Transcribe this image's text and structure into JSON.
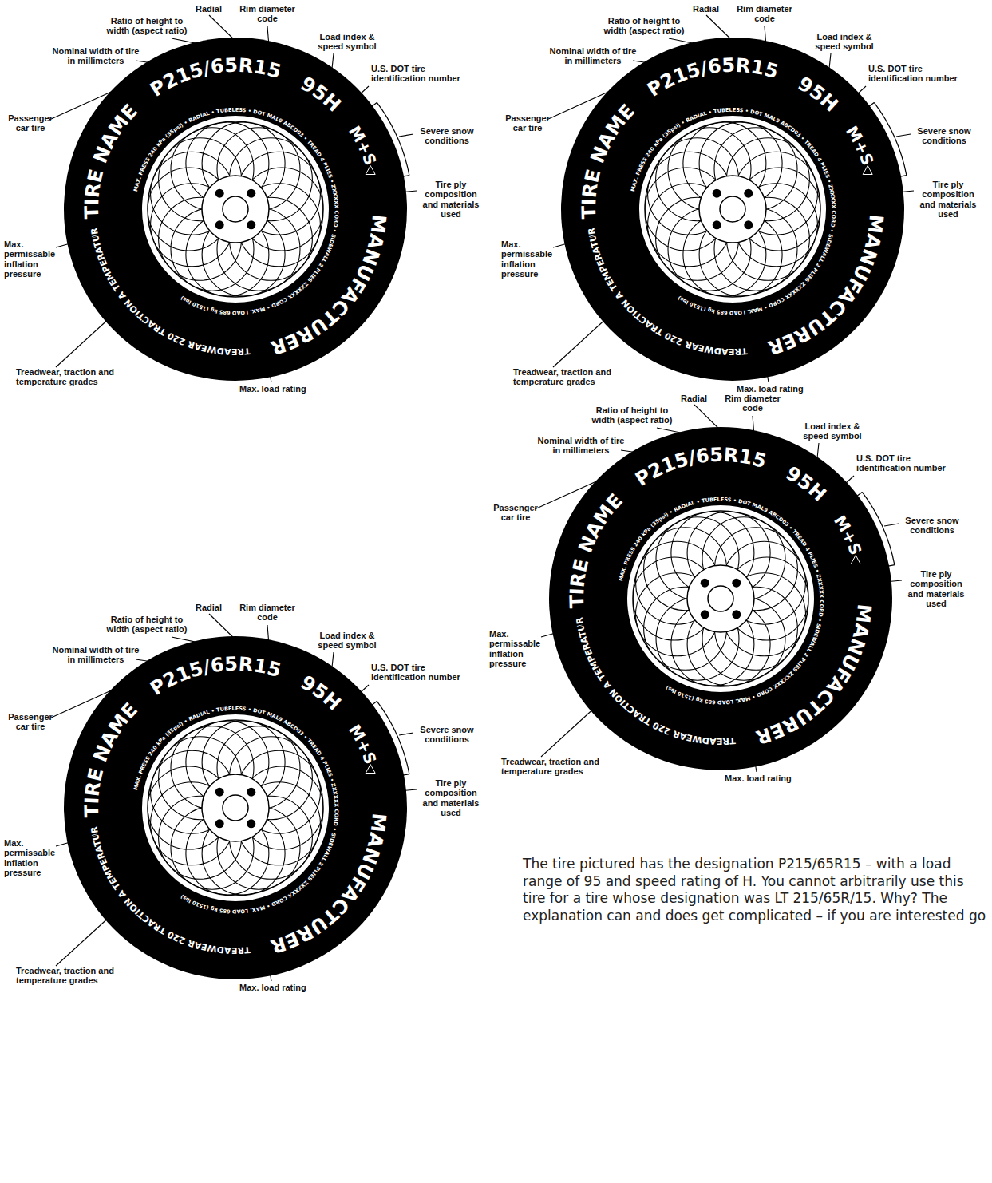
{
  "diagram": {
    "caption": "The tire pictured has the designation P215/65R15 – with a load range of 95 and speed rating of H. You cannot arbitrarily use this tire for a tire whose designation was LT 215/65R/15. Why? The explanation can and does get complicated – if you are interested go",
    "labels": [
      "Radial",
      "Rim diameter code",
      "Ratio of height to width (aspect ratio)",
      "Nominal width of tire in millimeters",
      "Load index & speed symbol",
      "Passenger car tire",
      "U.S. DOT tire identification number",
      "Severe snow conditions",
      "Tire ply composition and materials used",
      "Max. permissable inflation pressure",
      "Treadwear, traction and temperature grades",
      "Max. load rating",
      "TIRE NAME",
      "P215/65R15",
      "95H",
      "M+S",
      "MANUFACTURER",
      "MAX. PRESS 240 kPa (35psi) • RADIAL • TUBELESS • DOT MAL9 ABCD03 • TREAD 4 PLIES • ZXXXXX CORD • SIDEWALL 2 PLIES ZXXXXX CORD • MAX. LOAD 685 kg (1510 lbs)",
      "TREADWEAR 220 TRACTION A TEMPERATURE A",
      "Radial",
      "Rim diameter code",
      "Ratio of height to width (aspect ratio)",
      "Nominal width of tire in millimeters",
      "Load index & speed symbol",
      "Passenger car tire",
      "U.S. DOT tire identification number",
      "Severe snow conditions",
      "Tire ply composition and materials used",
      "Max. permissable inflation pressure",
      "Treadwear, traction and temperature grades",
      "Max. load rating",
      "TIRE NAME",
      "P215/65R15",
      "95H",
      "M+S",
      "MANUFACTURER",
      "MAX. PRESS 240 kPa (35psi) • RADIAL • TUBELESS • DOT MAL9 ABCD03 • TREAD 4 PLIES • ZXXXXX CORD • SIDEWALL 2 PLIES ZXXXXX CORD • MAX. LOAD 685 kg (1510 lbs)",
      "TREADWEAR 220 TRACTION A TEMPERATURE A",
      "Radial",
      "Rim diameter code",
      "Ratio of height to width (aspect ratio)",
      "Nominal width of tire in millimeters",
      "Load index & speed symbol",
      "Passenger car tire",
      "U.S. DOT tire identification number",
      "Severe snow conditions",
      "Tire ply composition and materials used",
      "Max. permissable inflation pressure",
      "Treadwear, traction and temperature grades",
      "Max. load rating",
      "TIRE NAME",
      "P215/65R15",
      "95H",
      "M+S",
      "MANUFACTURER",
      "MAX. PRESS 240 kPa (35psi) • RADIAL • TUBELESS • DOT MAL9 ABCD03 • TREAD 4 PLIES • ZXXXXX CORD • SIDEWALL 2 PLIES ZXXXXX CORD • MAX. LOAD 685 kg (1510 lbs)",
      "TREADWEAR 220 TRACTION A TEMPERATURE A",
      "Radial",
      "Rim diameter code",
      "Ratio of height to width (aspect ratio)",
      "Nominal width of tire in millimeters",
      "Load index & speed symbol",
      "Passenger car tire",
      "U.S. DOT tire identification number",
      "Severe snow conditions",
      "Tire ply composition and materials used",
      "Max. permissable inflation pressure",
      "Treadwear, traction and temperature grades",
      "Max. load rating",
      "TIRE NAME",
      "P215/65R15",
      "95H",
      "M+S",
      "MANUFACTURER",
      "MAX. PRESS 240 kPa (35psi) • RADIAL • TUBELESS • DOT MAL9 ABCD03 • TREAD 4 PLIES • ZXXXXX CORD • SIDEWALL 2 PLIES ZXXXXX CORD • MAX. LOAD 685 kg (1510 lbs)",
      "TREADWEAR 220 TRACTION A TEMPERATURE A"
    ]
  }
}
